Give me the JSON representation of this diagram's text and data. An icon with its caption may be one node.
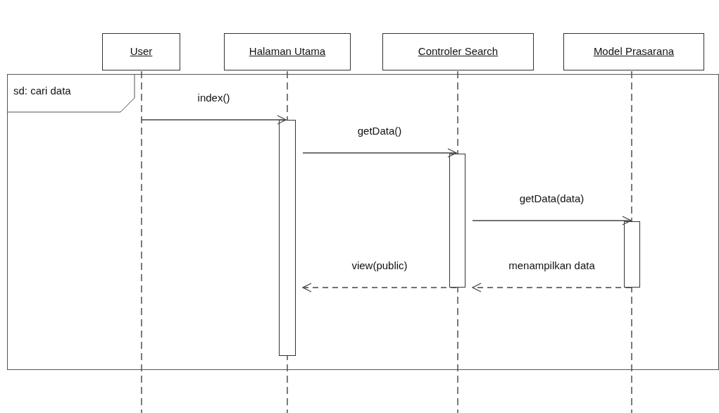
{
  "diagram": {
    "nodes": [
      {
        "text": [
          "User"
        ]
      },
      {
        "text": [
          "Halaman Utama"
        ]
      },
      {
        "text": [
          "Controler Search"
        ]
      },
      {
        "text": [
          "Model Prasarana"
        ]
      },
      {
        "text": [
          "sd: cari data"
        ]
      },
      {
        "text": [],
        "shape": "bar",
        "in": 4
      },
      {
        "text": [],
        "shape": "bar",
        "in": 4
      },
      {
        "text": [],
        "shape": "bar",
        "in": 4
      }
    ],
    "edges": [
      {
        "from": null,
        "to": 5,
        "arrow": "to",
        "label": "index()"
      },
      {
        "from": 5,
        "to": 6,
        "arrow": "to",
        "label": "getData()"
      },
      {
        "from": 6,
        "to": 7,
        "arrow": "to",
        "label": "getData(data)"
      },
      {
        "from": 7,
        "to": 6,
        "arrow": "to",
        "label": "menampilkan data",
        "style": "dashed"
      },
      {
        "from": 6,
        "to": 5,
        "arrow": "to",
        "label": "view(public)",
        "style": "dashed"
      }
    ]
  }
}
